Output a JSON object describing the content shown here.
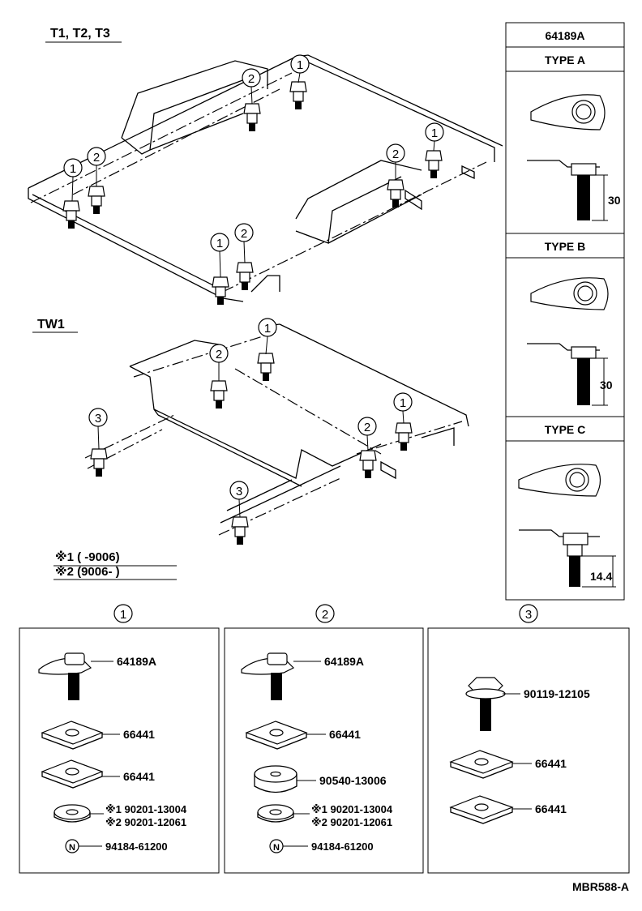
{
  "labels": {
    "top_variants": "T1, T2, T3",
    "bottom_variant": "TW1",
    "note1": "※1 (        -9006)",
    "note2": "※2 (9006-          )",
    "drawing_code": "MBR588-A"
  },
  "callouts": {
    "c1": "1",
    "c2": "2",
    "c3": "3"
  },
  "type_table": {
    "header": "64189A",
    "type_a": "TYPE A",
    "type_b": "TYPE B",
    "type_c": "TYPE C",
    "dim_a": "30",
    "dim_b": "30",
    "dim_c": "14.4"
  },
  "boxes": {
    "box1": {
      "number": "1",
      "p1": "64189A",
      "p2": "66441",
      "p3": "66441",
      "p4a": "※1 90201-13004",
      "p4b": "※2 90201-12061",
      "p5": "94184-61200",
      "n": "N"
    },
    "box2": {
      "number": "2",
      "p1": "64189A",
      "p2": "66441",
      "p3": "90540-13006",
      "p4a": "※1 90201-13004",
      "p4b": "※2 90201-12061",
      "p5": "94184-61200",
      "n": "N"
    },
    "box3": {
      "number": "3",
      "p1": "90119-12105",
      "p2": "66441",
      "p3": "66441"
    }
  }
}
